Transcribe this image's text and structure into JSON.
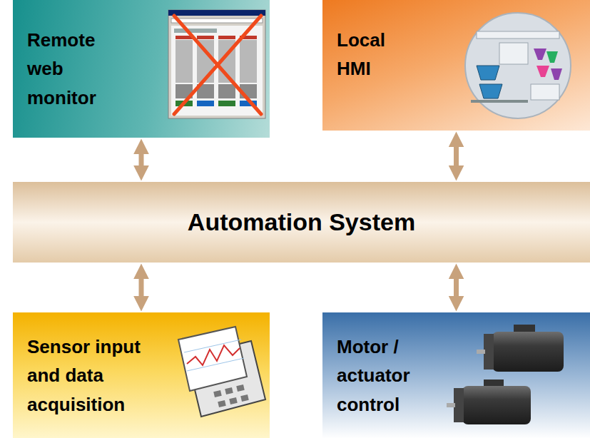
{
  "diagram": {
    "nodes": [
      {
        "text": [
          "Remote web monitor"
        ]
      },
      {
        "text": [
          "Local HMI"
        ]
      },
      {
        "text": [
          "Automation System"
        ]
      },
      {
        "text": [
          "Sensor input and data acquisition"
        ]
      },
      {
        "text": [
          "Motor / actuator control"
        ]
      }
    ],
    "edges": [
      {
        "from": 0,
        "to": 2,
        "arrow": "both"
      },
      {
        "from": 1,
        "to": 2,
        "arrow": "both"
      },
      {
        "from": 2,
        "to": 3,
        "arrow": "both"
      },
      {
        "from": 2,
        "to": 4,
        "arrow": "both"
      }
    ]
  }
}
